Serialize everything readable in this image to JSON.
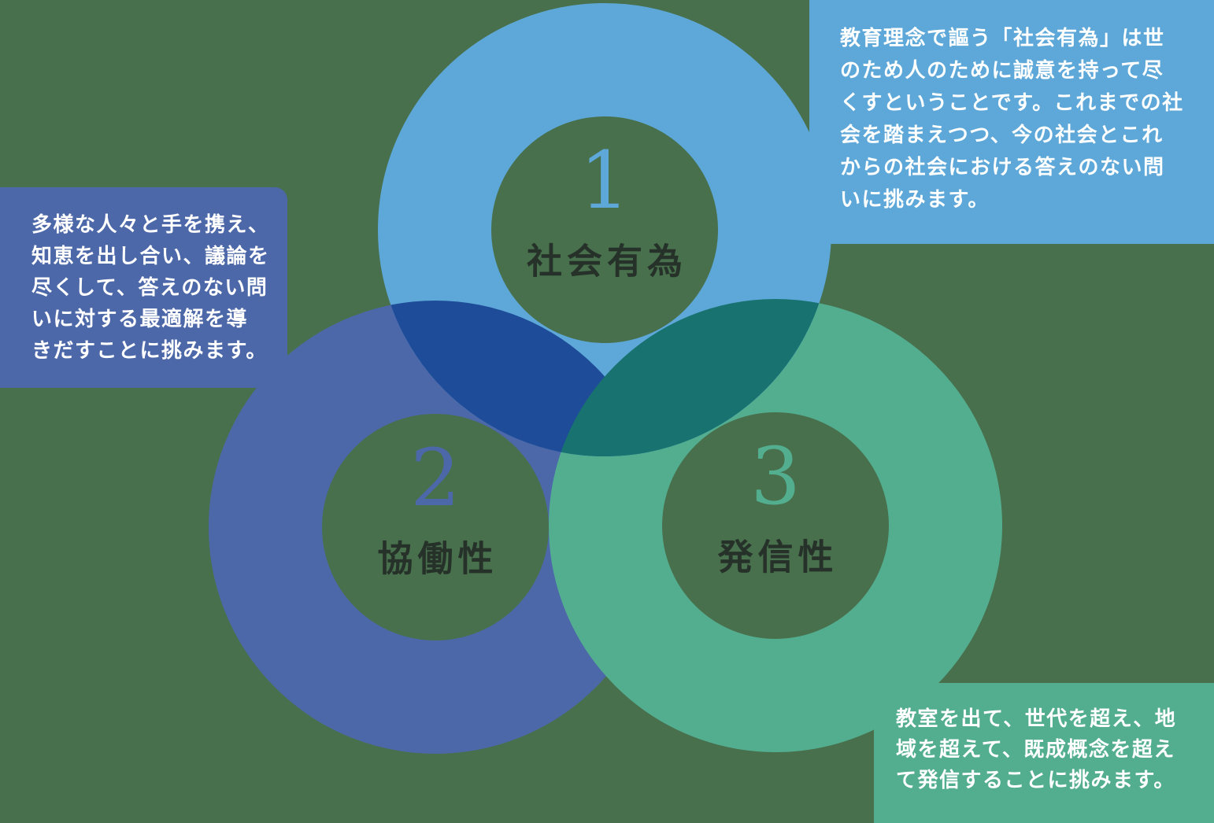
{
  "colors": {
    "background": "#48704d",
    "circle1": "#5ea8d9",
    "circle2": "#4d68a9",
    "circle3": "#53ae90",
    "overlap_1_2": "#1e4c98",
    "overlap_1_3": "#187370",
    "label_text": "#263229",
    "box_text": "#ffffff"
  },
  "circles": [
    {
      "number": "1",
      "label": "社会有為"
    },
    {
      "number": "2",
      "label": "協働性"
    },
    {
      "number": "3",
      "label": "発信性"
    }
  ],
  "callouts": {
    "top_right": "教育理念で謳う「社会有為」は世\nのため人のために誠意を持って尽\nくすということです。これまでの社\n会を踏まえつつ、今の社会とこれ\nからの社会における答えのない問\nいに挑みます。",
    "left": "多様な人々と手を携え、\n知恵を出し合い、議論を\n尽くして、答えのない問\nいに対する最適解を導\nきだすことに挑みます。",
    "bottom_right": "教室を出て、世代を超え、地\n域を超えて、既成概念を超え\nて発信することに挑みます。"
  }
}
